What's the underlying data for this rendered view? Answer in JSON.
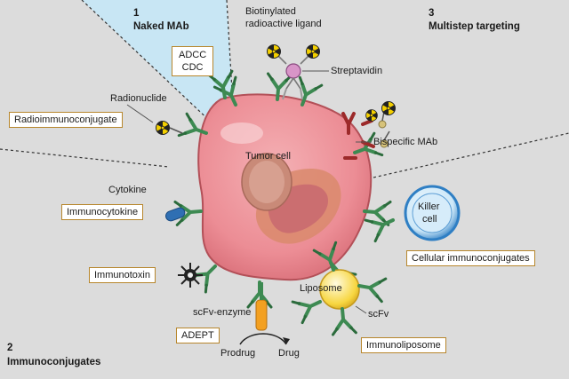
{
  "sections": {
    "naked": {
      "number": "1",
      "title": "Naked MAb"
    },
    "multistep": {
      "number": "3",
      "title": "Multistep targeting"
    },
    "immunoconjugates": {
      "number": "2",
      "title": "Immunoconjugates"
    }
  },
  "labels": {
    "biotinylated_line1": "Biotinylated",
    "biotinylated_line2": "radioactive ligand",
    "streptavidin": "Streptavidin",
    "radionuclide": "Radionuclide",
    "tumor_cell": "Tumor cell",
    "bispecific": "Bispecific MAb",
    "cytokine": "Cytokine",
    "killer_line1": "Killer",
    "killer_line2": "cell",
    "liposome": "Liposome",
    "scfv": "scFv",
    "scfv_enzyme": "scFv-enzyme",
    "prodrug": "Prodrug",
    "drug": "Drug"
  },
  "boxes": {
    "adcc": "ADCC",
    "cdc": "CDC",
    "radioimmunoconjugate": "Radioimmunoconjugate",
    "immunocytokine": "Immunocytokine",
    "immunotoxin": "Immunotoxin",
    "cellular": "Cellular immunoconjugates",
    "adept": "ADEPT",
    "immunoliposome": "Immunoliposome"
  },
  "colors": {
    "background": "#dcdcdc",
    "naked_region": "#c8e6f4",
    "cell_outer": "#e8868e",
    "cell_inner": "#f0a6ab",
    "nucleus": "#c98a78",
    "antibody_green": "#3d8a52",
    "antibody_red": "#9c2a2a",
    "killer_blue": "#2f7fc4",
    "liposome_yellow": "#f7d640",
    "box_border": "#b7862c"
  }
}
